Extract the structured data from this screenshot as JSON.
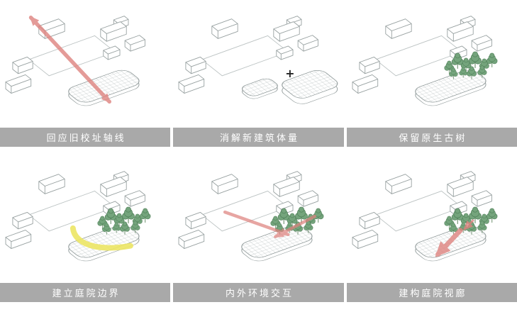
{
  "colors": {
    "label_bar": "#a9a9a9",
    "label_text": "#ffffff",
    "arrow_red": "#de837f",
    "tree_green": "#74a47c",
    "tree_outline": "#4f7f58",
    "boundary_yellow": "#ece664",
    "line_gray": "#97a0a0",
    "plus_black": "#222222"
  },
  "panels": [
    {
      "id": "axis",
      "label": "回应旧校址轴线"
    },
    {
      "id": "massing",
      "label": "消解新建筑体量",
      "plus_sign": "+"
    },
    {
      "id": "trees",
      "label": "保留原生古树"
    },
    {
      "id": "boundary",
      "label": "建立庭院边界"
    },
    {
      "id": "interaction",
      "label": "内外环境交互"
    },
    {
      "id": "corridor",
      "label": "建构庭院视廊"
    }
  ]
}
